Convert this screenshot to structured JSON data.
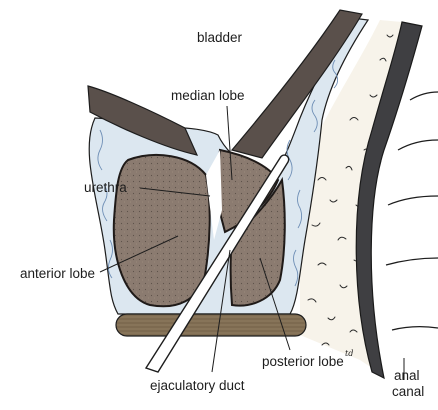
{
  "labels": {
    "bladder": "bladder",
    "median_lobe": "median lobe",
    "urethra": "urethra",
    "anterior_lobe": "anterior lobe",
    "posterior_lobe": "posterior lobe",
    "ejaculatory_duct": "ejaculatory duct",
    "anal_canal_line1": "anal",
    "anal_canal_line2": "canal",
    "signature": "td"
  },
  "colors": {
    "bladder_wall": "#5a504b",
    "lobe_fill": "#8b7b70",
    "lobe_outline": "#1f1a18",
    "capsule": "#dce7f0",
    "vessels": "#6f8fb6",
    "rectal_wall": "#3f3f42",
    "connective_tissue": "#f7f3ea",
    "duct_band": "#7d6a50",
    "line": "#1d1d1d"
  }
}
